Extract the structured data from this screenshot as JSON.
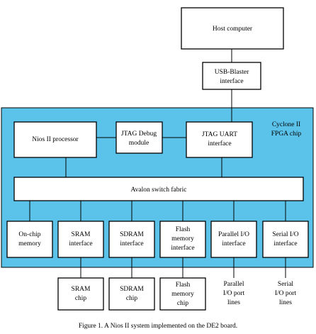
{
  "colors": {
    "fpga_fill": "#5bc3ea",
    "box_fill": "#ffffff",
    "line": "#000000"
  },
  "fpga": {
    "label_line1": "Cyclone II",
    "label_line2": "FPGA chip"
  },
  "blocks": {
    "host": "Host computer",
    "usb_blaster": [
      "USB-Blaster",
      "interface"
    ],
    "nios": "Nios II processor",
    "jtag_debug": [
      "JTAG Debug",
      "module"
    ],
    "jtag_uart": [
      "JTAG UART",
      "interface"
    ],
    "avalon": "Avalon switch fabric",
    "onchip": [
      "On-chip",
      "memory"
    ],
    "sram_if": [
      "SRAM",
      "interface"
    ],
    "sdram_if": [
      "SDRAM",
      "interface"
    ],
    "flash_if": [
      "Flash",
      "memory",
      "interface"
    ],
    "parallel_if": [
      "Parallel I/O",
      "interface"
    ],
    "serial_if": [
      "Serial I/O",
      "interface"
    ],
    "sram_chip": [
      "SRAM",
      "chip"
    ],
    "sdram_chip": [
      "SDRAM",
      "chip"
    ],
    "flash_chip": [
      "Flash",
      "memory",
      "chip"
    ],
    "parallel_lines": [
      "Parallel",
      "I/O port",
      "lines"
    ],
    "serial_lines": [
      "Serial",
      "I/O port",
      "lines"
    ]
  },
  "caption": "Figure 1. A Nios II system implemented on the DE2 board."
}
